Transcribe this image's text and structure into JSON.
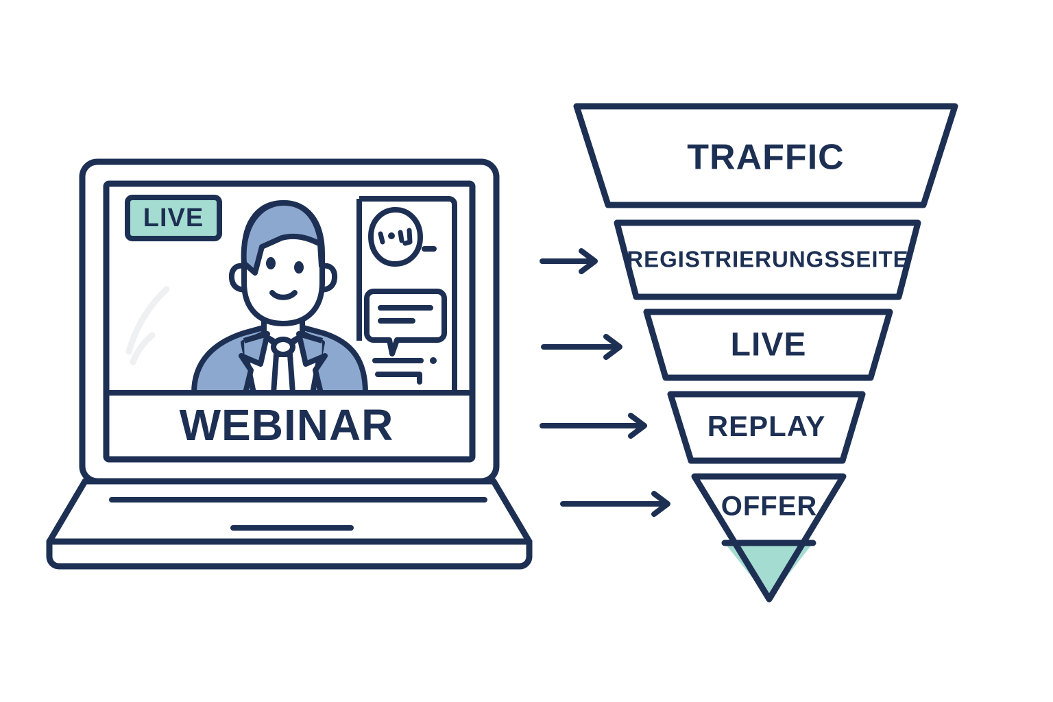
{
  "colors": {
    "ink": "#1d3054",
    "mint": "#a5dcd1",
    "suit_blue": "#8ca8ce",
    "hair_blue": "#8ca8ce",
    "white": "#ffffff",
    "shine_gray": "#eef0f2",
    "background": "#ffffff"
  },
  "laptop": {
    "name": "webinar-laptop",
    "screen": {
      "live_badge": "LIVE",
      "caption": "WEBINAR",
      "presenter_alt": "presenter-avatar",
      "chat_panel": {
        "reaction_icon": "emoji-face-icon",
        "bubble_icon": "chat-bubble-icon",
        "lines": 2
      }
    }
  },
  "funnel": {
    "title": "conversion-funnel",
    "stages": [
      {
        "id": "traffic",
        "label": "TRAFFIC",
        "font_size": 52,
        "order": 1
      },
      {
        "id": "registrierungsseite",
        "label": "REGISTRIERUNGSSEITE",
        "font_size": 33,
        "order": 2
      },
      {
        "id": "live",
        "label": "LIVE",
        "font_size": 48,
        "order": 3
      },
      {
        "id": "replay",
        "label": "REPLAY",
        "font_size": 42,
        "order": 4
      },
      {
        "id": "offer",
        "label": "OFFER",
        "font_size": 40,
        "order": 5
      }
    ]
  },
  "arrows": [
    {
      "id": "arrow-to-registrierungsseite",
      "target": "REGISTRIERUNGSSEITE"
    },
    {
      "id": "arrow-to-live",
      "target": "LIVE"
    },
    {
      "id": "arrow-to-replay",
      "target": "REPLAY"
    },
    {
      "id": "arrow-to-offer",
      "target": "OFFER"
    }
  ],
  "chart_data": {
    "type": "bar",
    "title": "Webinar Conversion Funnel",
    "categories": [
      "TRAFFIC",
      "REGISTRIERUNGSSEITE",
      "LIVE",
      "REPLAY",
      "OFFER"
    ],
    "values": [
      100,
      80,
      62,
      50,
      40
    ],
    "xlabel": "",
    "ylabel": "",
    "ylim": [
      0,
      100
    ],
    "note": "Inverted funnel; each stage narrower than the previous. Widths are relative, no numeric labels shown in the figure."
  }
}
